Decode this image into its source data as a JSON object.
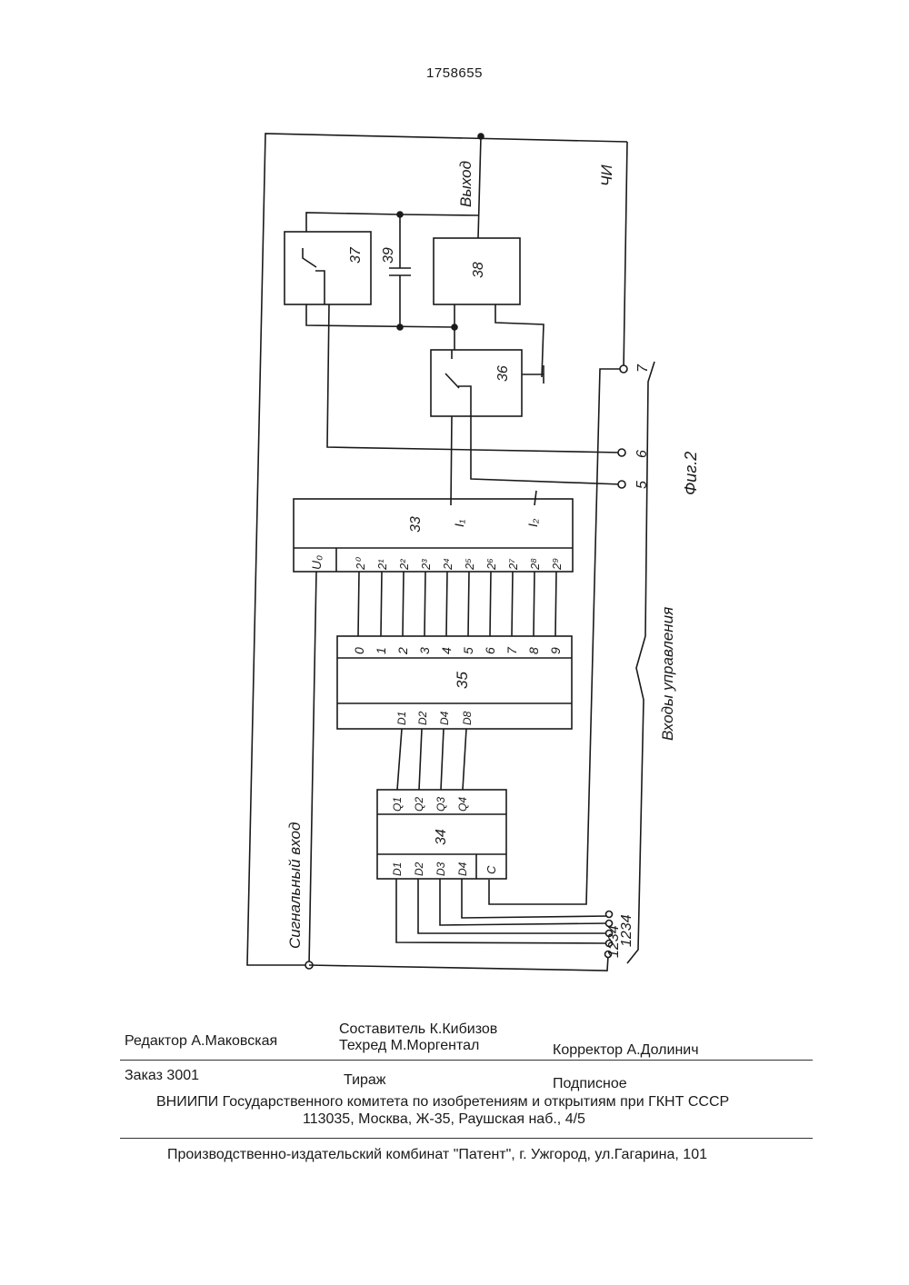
{
  "page_number": "1758655",
  "figure": {
    "caption": "Фиг.2",
    "labels": {
      "output": "Выход",
      "chi": "ЧИ",
      "signal_input": "Сигнальный вход",
      "control_inputs": "Входы управления",
      "ground_symbol": "⊥"
    },
    "blocks": {
      "b33": "33",
      "b34": "34",
      "b35": "35",
      "b36": "36",
      "b37": "37",
      "b38": "38",
      "b39": "39"
    },
    "b33_inputs": [
      "2⁰",
      "2¹",
      "2²",
      "2³",
      "2⁴",
      "2⁵",
      "2⁶",
      "2⁷",
      "2⁸",
      "2⁹"
    ],
    "b33_extra": {
      "u0": "U₀",
      "i1": "I₁",
      "i2": "I₂"
    },
    "b35_outputs": [
      "0",
      "1",
      "2",
      "3",
      "4",
      "5",
      "6",
      "7",
      "8",
      "9"
    ],
    "b35_inputs": [
      "D1",
      "D2",
      "D4",
      "D8"
    ],
    "b34_outputs": [
      "Q1",
      "Q2",
      "Q3",
      "Q4"
    ],
    "b34_inputs": [
      "D1",
      "D2",
      "D3",
      "D4",
      "C"
    ],
    "terminals": {
      "t1234_right": "1234",
      "t1234_left": "1234",
      "t5": "5",
      "t6": "6",
      "t7": "7"
    }
  },
  "footer": {
    "editor": "Редактор  А.Маковская",
    "compiler": "Составитель  К.Кибизов",
    "techred": "Техред М.Моргентал",
    "corrector": "Корректор  А.Долинич",
    "order": "Заказ  3001",
    "circulation": "Тираж",
    "subscription": "Подписное",
    "vniipi": "ВНИИПИ Государственного комитета по изобретениям и открытиям при ГКНТ СССР",
    "address": "113035, Москва, Ж-35, Раушская наб., 4/5",
    "publisher": "Производственно-издательский комбинат \"Патент\", г. Ужгород, ул.Гагарина, 101"
  }
}
